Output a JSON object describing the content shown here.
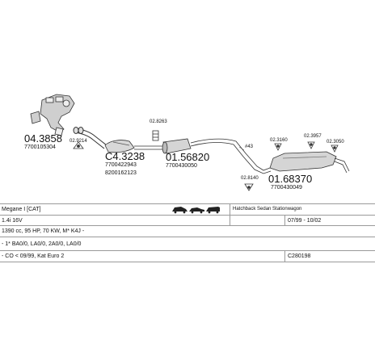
{
  "parts": [
    {
      "number": "04.3858",
      "ref": "7700105304"
    },
    {
      "number": "02.9214",
      "ref": ""
    },
    {
      "number": "C4.3238",
      "ref": "7700422943",
      "ref2": "8200162123"
    },
    {
      "number": "02.8263",
      "ref": ""
    },
    {
      "number": "01.56820",
      "ref": "7700430050"
    },
    {
      "number": "#43",
      "ref": ""
    },
    {
      "number": "02.8140",
      "ref": ""
    },
    {
      "number": "02.3160",
      "ref": ""
    },
    {
      "number": "02.3957",
      "ref": ""
    },
    {
      "number": "02.3050",
      "ref": ""
    },
    {
      "number": "01.68370",
      "ref": "7700430049"
    }
  ],
  "table": {
    "model": "Megane I [CAT]",
    "body_types": "Hatchback Sedan Stationwagon",
    "engine": "1.4i 16V",
    "years": "07/99 - 10/02",
    "engine_details": "1390 cc, 95 HP, 70 KW, M* K4J -",
    "gearbox_codes": "- 1* BA0/0, LA0/0, 2A0/0, LA0/0",
    "emission": "- CO < 09/99, Kat Euro 2",
    "catalog_code": "C280198"
  },
  "icons": [
    "car-hatchback-icon",
    "car-sedan-icon",
    "car-stationwagon-icon"
  ]
}
